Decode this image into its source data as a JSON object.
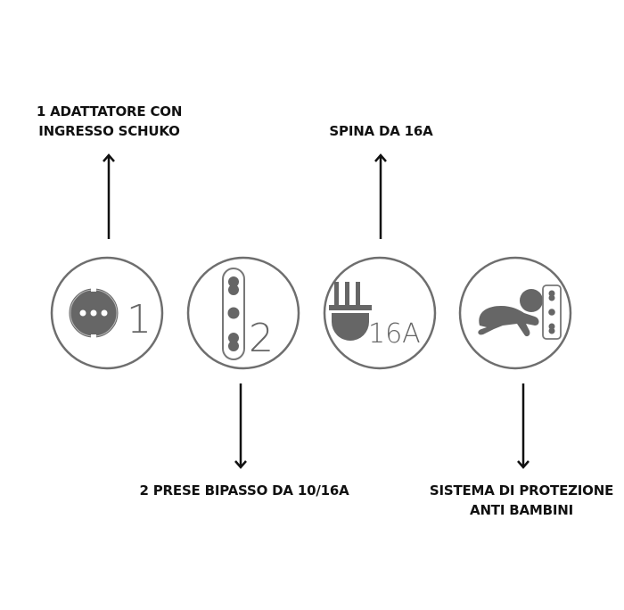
{
  "colors": {
    "icon_gray": "#666666",
    "circle_stroke": "#6e6e6e",
    "text": "#111111",
    "background": "#ffffff"
  },
  "features": [
    {
      "id": "schuko-adapter",
      "label_line1": "1 ADATTATORE CON",
      "label_line2": "INGRESSO SCHUKO",
      "icon": "schuko-socket-icon",
      "icon_text": "1",
      "arrow": "up"
    },
    {
      "id": "bypass-sockets",
      "label_line1": "2 PRESE BIPASSO DA 10/16A",
      "icon": "bypass-socket-icon",
      "icon_text": "2",
      "arrow": "down"
    },
    {
      "id": "plug-16a",
      "label_line1": "SPINA DA 16A",
      "icon": "plug-icon",
      "icon_text": "16A",
      "arrow": "up"
    },
    {
      "id": "child-protection",
      "label_line1": "SISTEMA DI PROTEZIONE",
      "label_line2": "ANTI BAMBINI",
      "icon": "child-safety-icon",
      "arrow": "down"
    }
  ]
}
